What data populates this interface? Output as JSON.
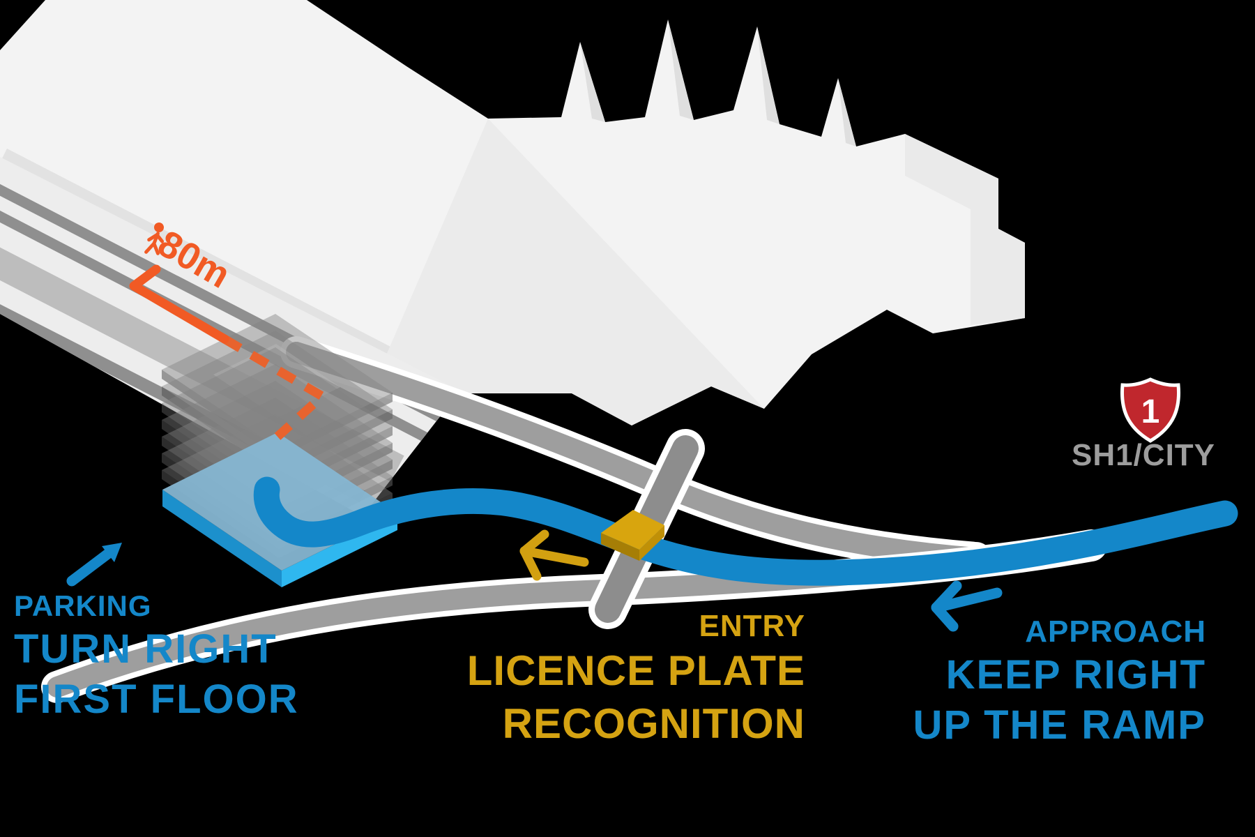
{
  "diagram": {
    "walk_distance": "80m",
    "highway": {
      "shield_number": "1",
      "route_label": "SH1/CITY"
    },
    "parking": {
      "eyebrow": "PARKING",
      "line1": "TURN RIGHT",
      "line2": "FIRST FLOOR"
    },
    "entry": {
      "eyebrow": "ENTRY",
      "line1": "LICENCE PLATE",
      "line2": "RECOGNITION"
    },
    "approach": {
      "eyebrow": "APPROACH",
      "line1": "KEEP RIGHT",
      "line2": "UP THE RAMP"
    }
  },
  "icons": {
    "walking_person": "walking-person-icon",
    "highway_shield": "nz-state-highway-shield-icon",
    "parking_arrow": "arrow-up-right-icon",
    "entry_arrow": "arrow-left-icon",
    "approach_arrow": "arrow-left-icon"
  },
  "colors": {
    "background": "#000000",
    "route_blue": "#1487C9",
    "first_floor_cyan": "#2FB7EF",
    "entry_gold": "#D5A312",
    "walk_orange": "#F15A24",
    "shield_red": "#C0272D",
    "highway_gray": "#9D9D9D",
    "road_gray": "#9E9E9E",
    "building_white": "#F3F3F3"
  }
}
